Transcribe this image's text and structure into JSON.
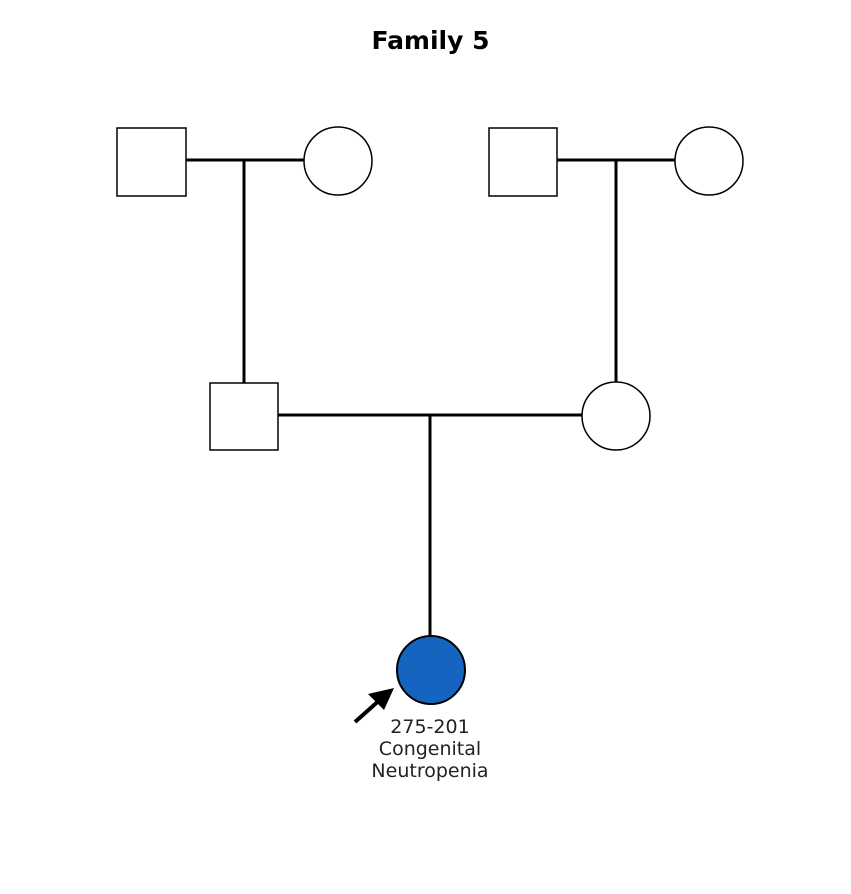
{
  "title": "Family 5",
  "proband": {
    "id": "275-201",
    "condition_line1": "Congenital",
    "condition_line2": "Neutropenia"
  },
  "colors": {
    "affected": "#1565c0",
    "line": "#000000",
    "unaffected_fill": "#ffffff"
  },
  "legend_semantics": {
    "square": "male",
    "circle": "female",
    "filled": "affected",
    "arrow": "proband"
  }
}
